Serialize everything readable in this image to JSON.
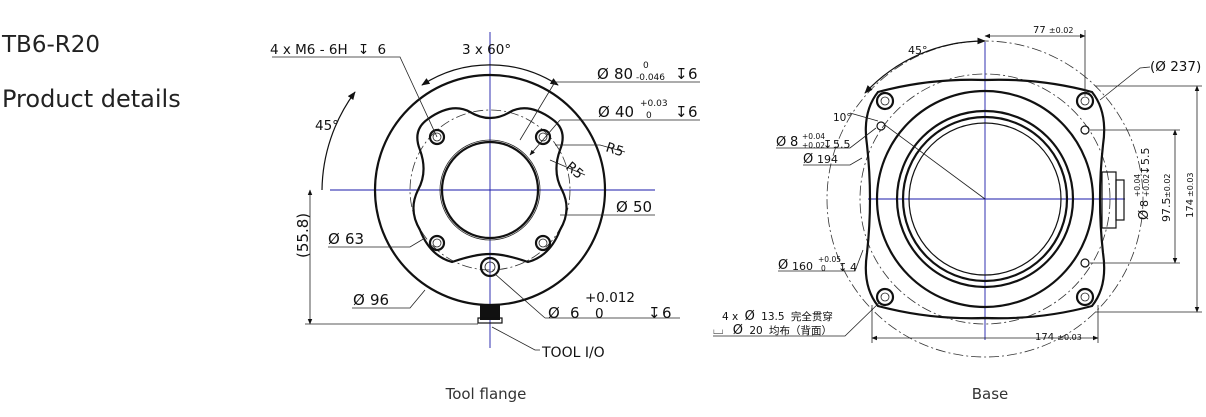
{
  "header": {
    "model": "TB6-R20",
    "section": "Product details"
  },
  "captions": {
    "tool_flange": "Tool flange",
    "base": "Base"
  },
  "tool_flange": {
    "holes": "4 x M6 - 6H",
    "holes_depth": "6",
    "angle_spacing": "3 x 60°",
    "angle": "45°",
    "dia80": "80",
    "dia80_tol_upper": "0",
    "dia80_tol_lower": "-0.046",
    "dia80_depth": "6",
    "dia40": "40",
    "dia40_tol_upper": "+0.03",
    "dia40_tol_lower": "0",
    "dia40_depth": "6",
    "r5_a": "R5",
    "r5_b": "R5",
    "dia50": "50",
    "dia63": "63",
    "dia96": "96",
    "height": "55.8",
    "pin_dia": "6",
    "pin_tol_upper": "+0.012",
    "pin_tol_lower": "0",
    "pin_depth": "6",
    "tool_io": "TOOL I/O"
  },
  "base": {
    "dim77": "77",
    "dim77_tol": "±0.02",
    "angle45": "45°",
    "dia237": "237",
    "angle10": "10°",
    "dia8_left": "8",
    "dia8_left_tol_upper": "+0.04",
    "dia8_left_tol_lower": "+0.02",
    "dia8_left_depth": "5.5",
    "dia194": "194",
    "dia8_right": "8",
    "dia8_right_tol_upper": "+0.04",
    "dia8_right_tol_lower": "+0.02",
    "dia8_right_depth": "5.5",
    "dim97": "97.5",
    "dim97_tol": "±0.02",
    "dim174_v": "174",
    "dim174_v_tol": "±0.03",
    "dia160": "160",
    "dia160_tol_upper": "+0.05",
    "dia160_tol_lower": "0",
    "dia160_depth": "4",
    "through_holes": "4 x",
    "through_dia": "13.5",
    "through_text": "完全贯穿",
    "counterbore_dia": "20",
    "counterbore_text": "均布（背面）",
    "dim174_h": "174",
    "dim174_h_tol": "±0.03"
  },
  "symbols": {
    "diameter": "Ø",
    "depth": "↧",
    "counterbore": "⌴"
  }
}
